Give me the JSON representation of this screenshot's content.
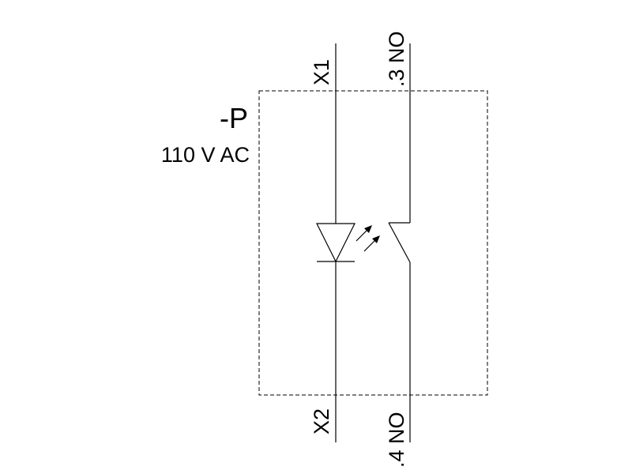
{
  "device": {
    "designation": "-P",
    "rating": "110 V AC"
  },
  "terminals": {
    "led_top": "X1",
    "led_bottom": "X2",
    "contact_top": ".3 NO",
    "contact_bottom": ".4 NO"
  },
  "symbols": {
    "indicator": "led-icon",
    "light_emission": "light-arrows-icon",
    "contact": "normally-open-contact-icon"
  },
  "colors": {
    "line": "#000000",
    "background": "#ffffff"
  }
}
